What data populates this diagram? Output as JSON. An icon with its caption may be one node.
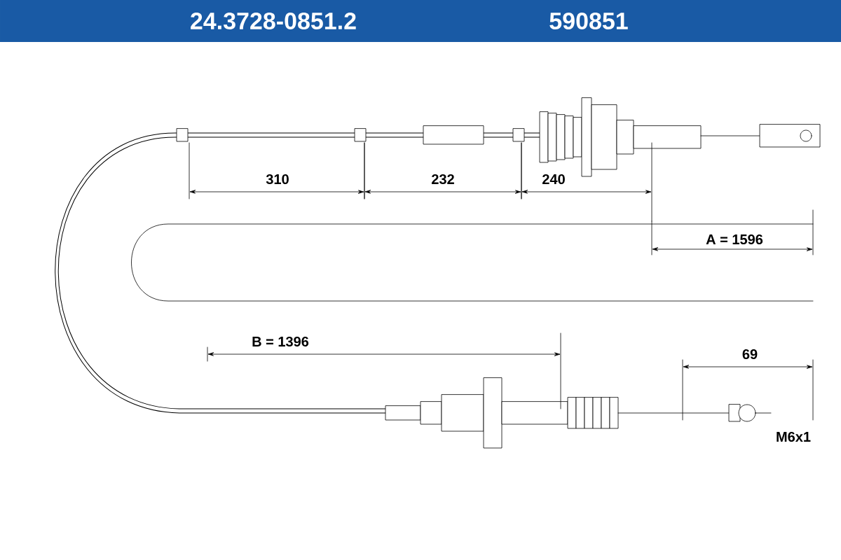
{
  "diagram": {
    "title": "24.3728-0851.2",
    "labels": [
      "590851",
      "310",
      "232",
      "240",
      "A = 1596",
      "B = 1396",
      "69",
      "M6x1"
    ]
  }
}
